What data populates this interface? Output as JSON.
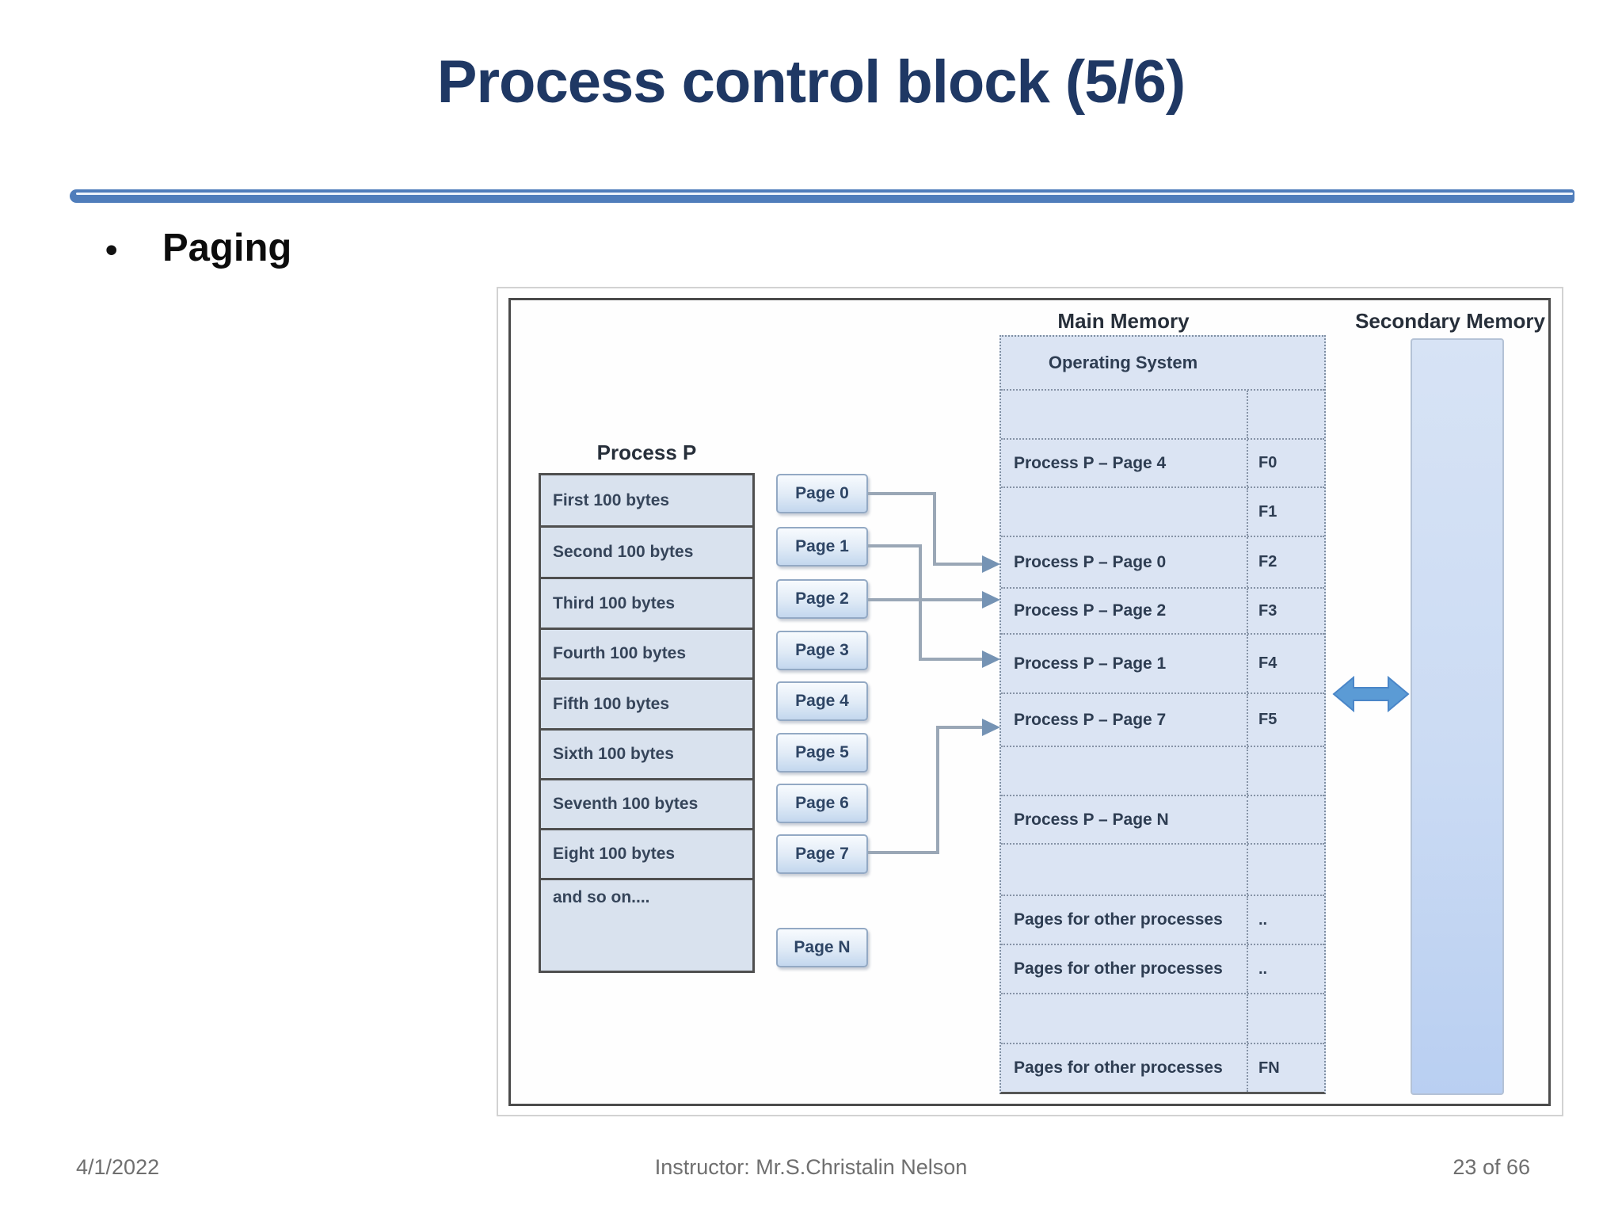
{
  "slide": {
    "title": "Process control block (5/6)",
    "bullet": "Paging",
    "footer": {
      "date": "4/1/2022",
      "instructor": "Instructor: Mr.S.Christalin Nelson",
      "page": "23 of 66"
    }
  },
  "diagram": {
    "process_p": {
      "label": "Process P",
      "rows": [
        "First 100 bytes",
        "Second 100 bytes",
        "Third 100 bytes",
        "Fourth 100 bytes",
        "Fifth 100 bytes",
        "Sixth 100 bytes",
        "Seventh 100 bytes",
        "Eight 100 bytes",
        "and so on...."
      ]
    },
    "pages": [
      "Page 0",
      "Page 1",
      "Page 2",
      "Page 3",
      "Page 4",
      "Page 5",
      "Page 6",
      "Page 7",
      "Page N"
    ],
    "main_memory": {
      "label": "Main Memory",
      "os_row": "Operating System",
      "rows": [
        {
          "name": "",
          "frame": ""
        },
        {
          "name": "Process P – Page 4",
          "frame": "F0"
        },
        {
          "name": "",
          "frame": "F1"
        },
        {
          "name": "Process P – Page 0",
          "frame": "F2"
        },
        {
          "name": "Process P – Page 2",
          "frame": "F3"
        },
        {
          "name": "Process P – Page 1",
          "frame": "F4"
        },
        {
          "name": "Process P – Page 7",
          "frame": "F5"
        },
        {
          "name": "",
          "frame": ""
        },
        {
          "name": "Process P – Page N",
          "frame": ""
        },
        {
          "name": "",
          "frame": ""
        },
        {
          "name": "Pages for other processes",
          "frame": ".."
        },
        {
          "name": "Pages for other processes",
          "frame": ".."
        },
        {
          "name": "",
          "frame": ""
        },
        {
          "name": "Pages for other processes",
          "frame": "FN"
        }
      ]
    },
    "secondary_memory": {
      "label": "Secondary Memory"
    },
    "page_to_frame_mappings": [
      {
        "from": "Page 0",
        "to": "F2"
      },
      {
        "from": "Page 1",
        "to": "F4"
      },
      {
        "from": "Page 2",
        "to": "F3"
      },
      {
        "from": "Page 7",
        "to": "F5"
      }
    ],
    "colors": {
      "title": "#1f3864",
      "divider_band": "#4f7dbb",
      "process_table_fill": "#d9e2ee",
      "main_memory_fill": "#dbe4f3",
      "connector": "#9aa7b6",
      "arrowhead": "#7593b4",
      "transfer_arrow": "#5b9bd5"
    }
  }
}
